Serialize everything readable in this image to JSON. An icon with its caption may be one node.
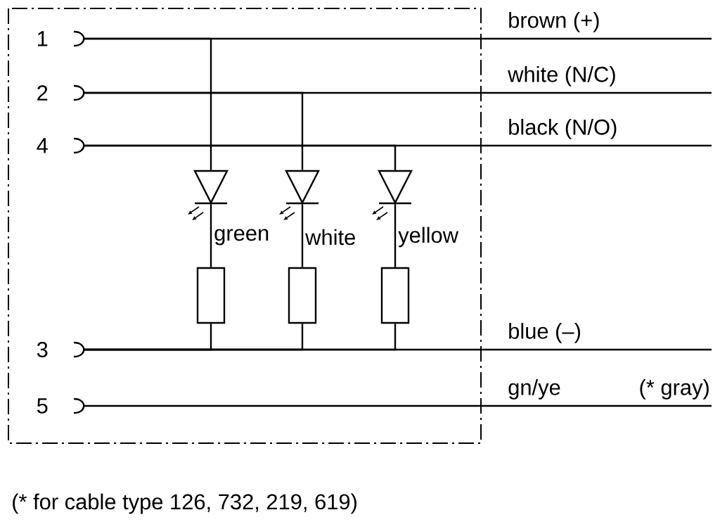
{
  "diagram": {
    "nodes": [
      {
        "text": [
          "1"
        ]
      },
      {
        "text": [
          "2"
        ]
      },
      {
        "text": [
          "4"
        ]
      },
      {
        "text": [
          "3"
        ]
      },
      {
        "text": [
          "5"
        ]
      },
      {
        "text": [],
        "shape": "diode",
        "beside": [
          "green"
        ]
      },
      {
        "text": [],
        "shape": "diode",
        "beside": [
          "white"
        ]
      },
      {
        "text": [],
        "shape": "diode",
        "beside": [
          "yellow"
        ]
      },
      {
        "text": [],
        "shape": "box"
      },
      {
        "text": [],
        "shape": "box"
      },
      {
        "text": [],
        "shape": "box"
      }
    ],
    "edges": [
      {
        "from": 0,
        "to": null,
        "arrow": "none",
        "label": "brown (+)"
      },
      {
        "from": 1,
        "to": null,
        "arrow": "none",
        "label": "white (N/C)"
      },
      {
        "from": 2,
        "to": null,
        "arrow": "none",
        "label": "black (N/O)"
      },
      {
        "from": 3,
        "to": null,
        "arrow": "none",
        "label": "blue (–)"
      },
      {
        "from": 4,
        "to": null,
        "arrow": "none",
        "label": "gn/ye"
      },
      {
        "from": 0,
        "to": 5,
        "arrow": "none"
      },
      {
        "from": 5,
        "to": 8,
        "arrow": "none"
      },
      {
        "from": 8,
        "to": 3,
        "arrow": "none"
      },
      {
        "from": 1,
        "to": 6,
        "arrow": "none"
      },
      {
        "from": 6,
        "to": 9,
        "arrow": "none"
      },
      {
        "from": 9,
        "to": 3,
        "arrow": "none"
      },
      {
        "from": 2,
        "to": 7,
        "arrow": "none"
      },
      {
        "from": 7,
        "to": 10,
        "arrow": "none"
      },
      {
        "from": 10,
        "to": 3,
        "arrow": "none"
      }
    ],
    "labels": [
      "(* gray)",
      "(* for cable type 126, 732, 219, 619)"
    ]
  }
}
